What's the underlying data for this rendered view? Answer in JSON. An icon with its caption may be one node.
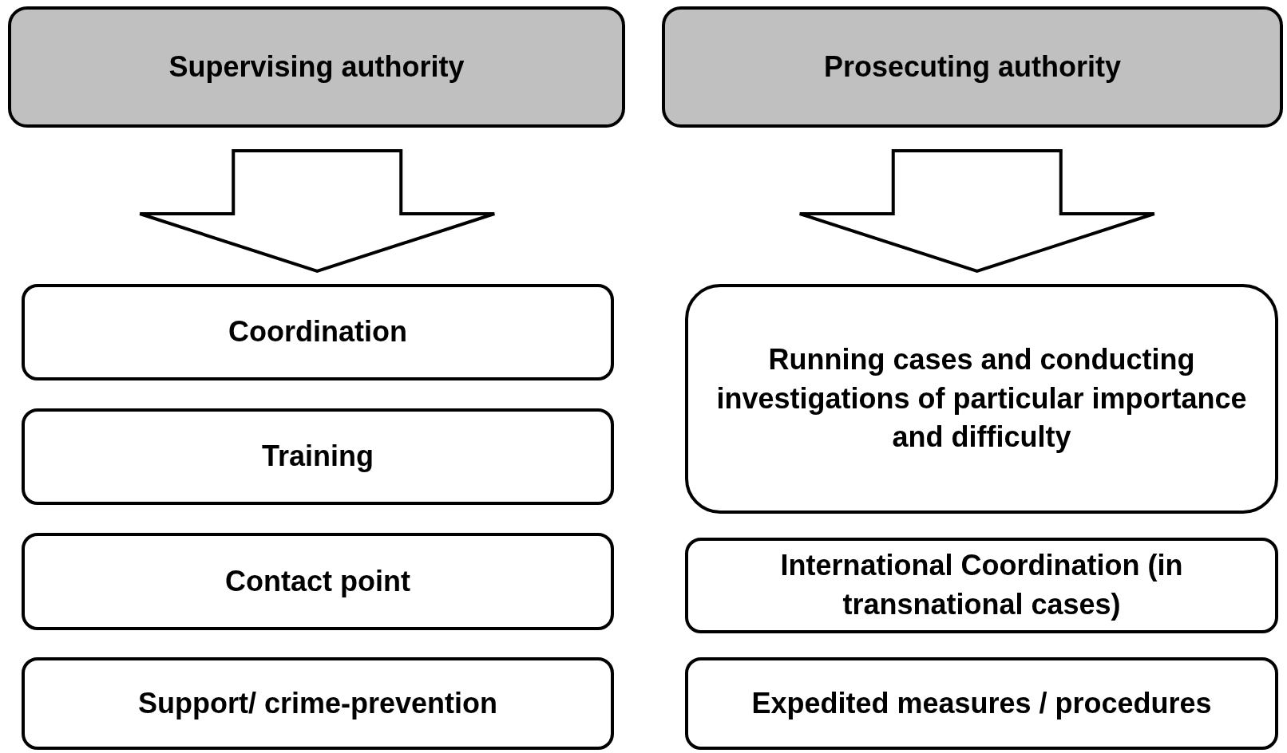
{
  "diagram": {
    "nodes": [
      {
        "text": [
          "Supervising authority"
        ]
      },
      {
        "text": [
          "Prosecuting authority"
        ]
      },
      {
        "text": [
          "Coordination"
        ]
      },
      {
        "text": [
          "Training"
        ]
      },
      {
        "text": [
          "Contact point"
        ]
      },
      {
        "text": [
          "Support/ crime-prevention"
        ]
      },
      {
        "text": [
          "Running cases and conducting investigations of particular importance and difficulty"
        ]
      },
      {
        "text": [
          "International Coordination (in transnational cases)"
        ]
      },
      {
        "text": [
          "Expedited measures / procedures"
        ]
      }
    ],
    "edges": [
      {
        "from": 0,
        "to": 2,
        "arrow": "to"
      },
      {
        "from": 1,
        "to": 6,
        "arrow": "to"
      }
    ]
  }
}
